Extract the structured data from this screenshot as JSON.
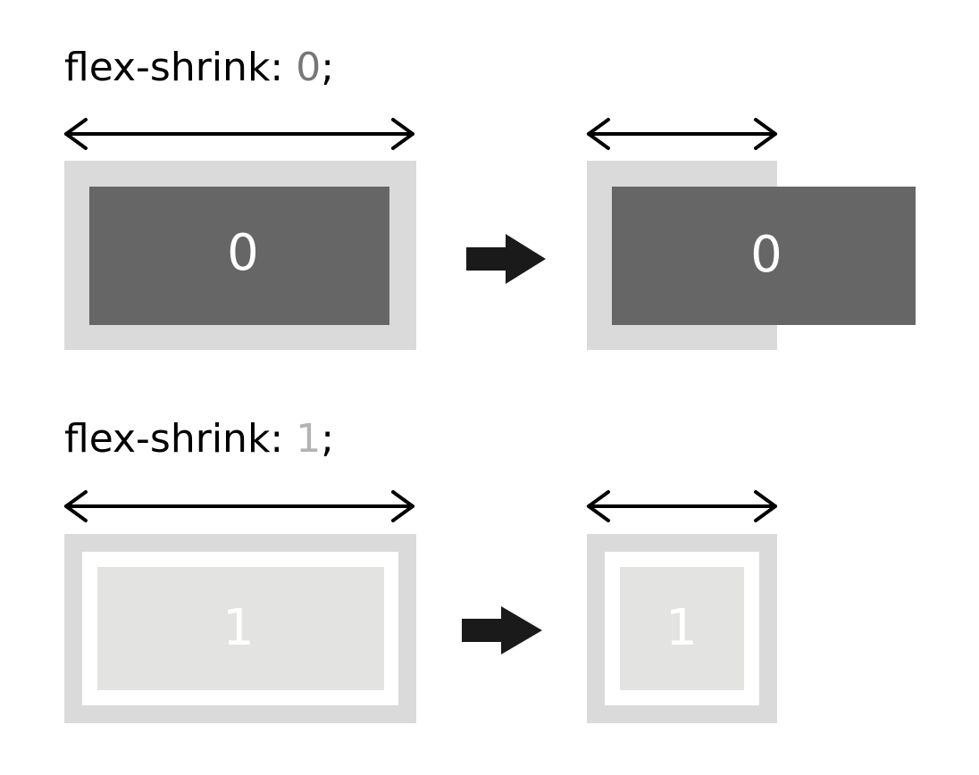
{
  "examples": [
    {
      "property": "flex-shrink:",
      "value": "0",
      "terminator": ";",
      "item_label_before": "0",
      "item_label_after": "0"
    },
    {
      "property": "flex-shrink:",
      "value": "1",
      "terminator": ";",
      "item_label_before": "1",
      "item_label_after": "1"
    }
  ],
  "colors": {
    "container": "#dadada",
    "item_shrink0": "#666666",
    "item_shrink1": "#e3e3e2",
    "label_shrink0": "#ffffff",
    "label_shrink1": "#ffffff",
    "value_shrink0": "#777777",
    "value_shrink1": "#b3b3b3",
    "arrow": "#1a1a1a"
  },
  "icons": {
    "width_indicator": "double-headed-arrow-icon",
    "transition": "right-arrow-icon"
  }
}
